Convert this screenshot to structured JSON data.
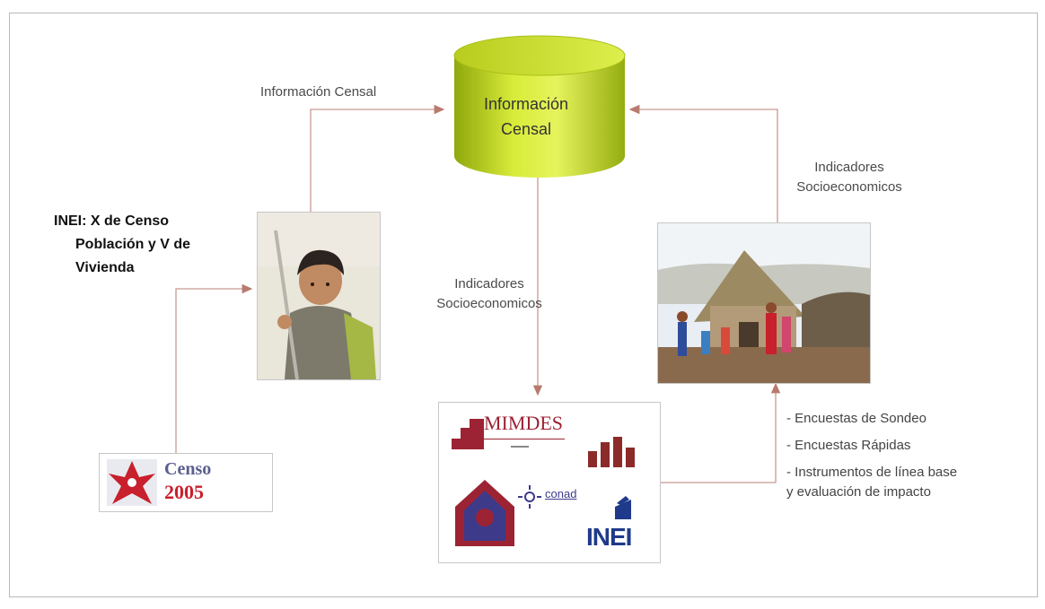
{
  "database": {
    "line1": "Información",
    "line2": "Censal"
  },
  "labels": {
    "top_arrow": "Información Censal",
    "center_indicators": [
      "Indicadores",
      "Socioeconomicos"
    ],
    "right_indicators": [
      "Indicadores",
      "Socioeconomicos"
    ]
  },
  "inei_title": [
    "INEI:  X de Censo",
    "Población y V de",
    "Vivienda"
  ],
  "censo_logo": {
    "word": "Censo",
    "year": "2005"
  },
  "logos": {
    "mimdes": "MIMDES",
    "conadis": "conad",
    "inei": "INEI"
  },
  "bullets": [
    "- Encuestas de Sondeo",
    "- Encuestas Rápidas",
    "- Instrumentos de línea base y evaluación de impacto"
  ],
  "colors": {
    "arrow": "#b97a6e",
    "cylinder": "#c7dc2a",
    "logo_red": "#9c2333",
    "inei_blue": "#1f3a8a"
  }
}
